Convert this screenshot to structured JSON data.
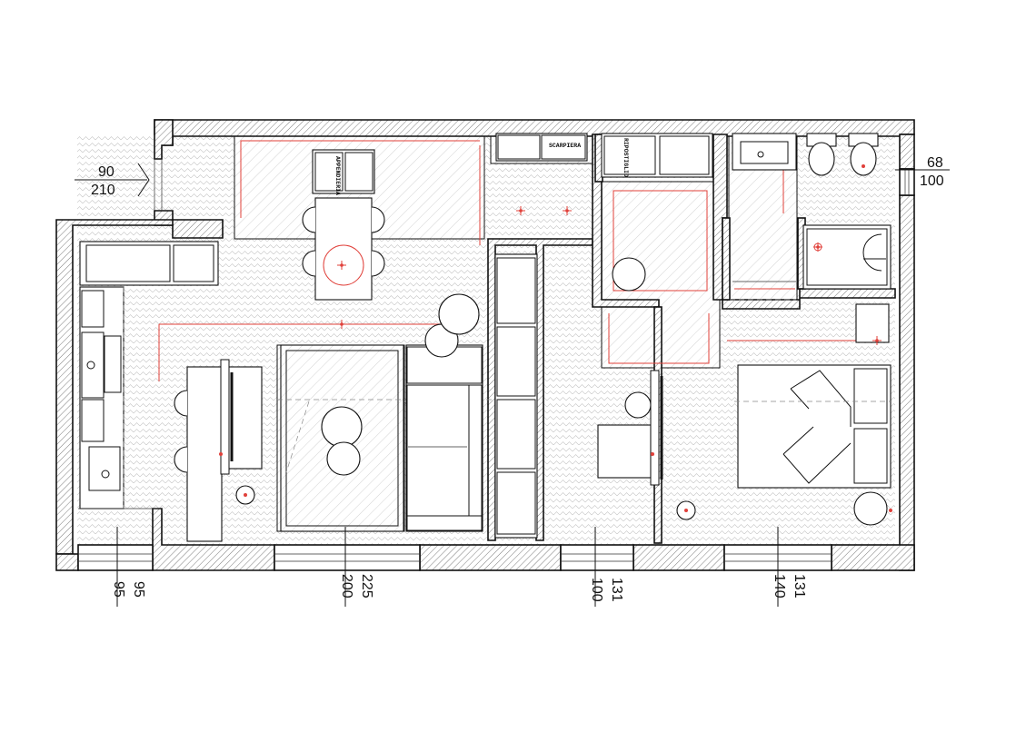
{
  "labels": {
    "appendiceria": "APPENDIERIA",
    "scarpiera": "SCARPIERA",
    "ripostiglio": "RIPOSTIGLIO"
  },
  "entrance": {
    "width": "90",
    "height": "210"
  },
  "window_bath": {
    "width": "68",
    "height": "100"
  },
  "window_kitchen": {
    "width": "95",
    "height": "95"
  },
  "window_living": {
    "width": "200",
    "height": "225"
  },
  "window_hall": {
    "width": "100",
    "height": "131"
  },
  "window_bedroom": {
    "width": "140",
    "height": "131"
  },
  "colors": {
    "lines": "#111111",
    "lighting": "#e0403a",
    "floor_pattern": "#bbbbbb"
  }
}
